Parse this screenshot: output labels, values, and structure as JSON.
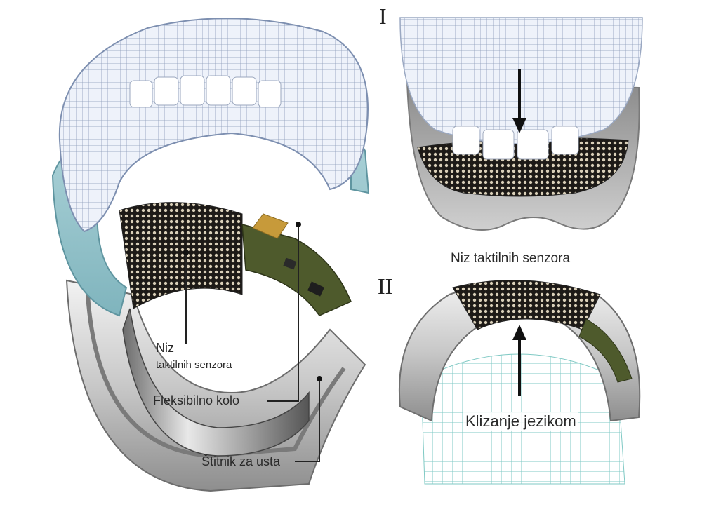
{
  "panel_left": {
    "label_array_line1": "Niz",
    "label_array_line2": "taktilnih senzora",
    "label_flex": "Fleksibilno kolo",
    "label_guard": "Štitnik za usta"
  },
  "panel_I": {
    "numeral": "I"
  },
  "panel_II": {
    "numeral": "II",
    "label_array": "Niz taktilnih senzora",
    "label_slide": "Klizanje jezikom"
  },
  "colors": {
    "teeth_mesh": "#eef2fa",
    "mesh_line": "#7d8fb0",
    "teal_layer": "#9fc8cf",
    "sensor_dark": "#1d1a17",
    "sensor_dot": "#d9cfb8",
    "guard_gray": "#c9c9c9",
    "circuit_green": "#4e5a2c",
    "tongue_mesh": "#7fc9c4"
  }
}
